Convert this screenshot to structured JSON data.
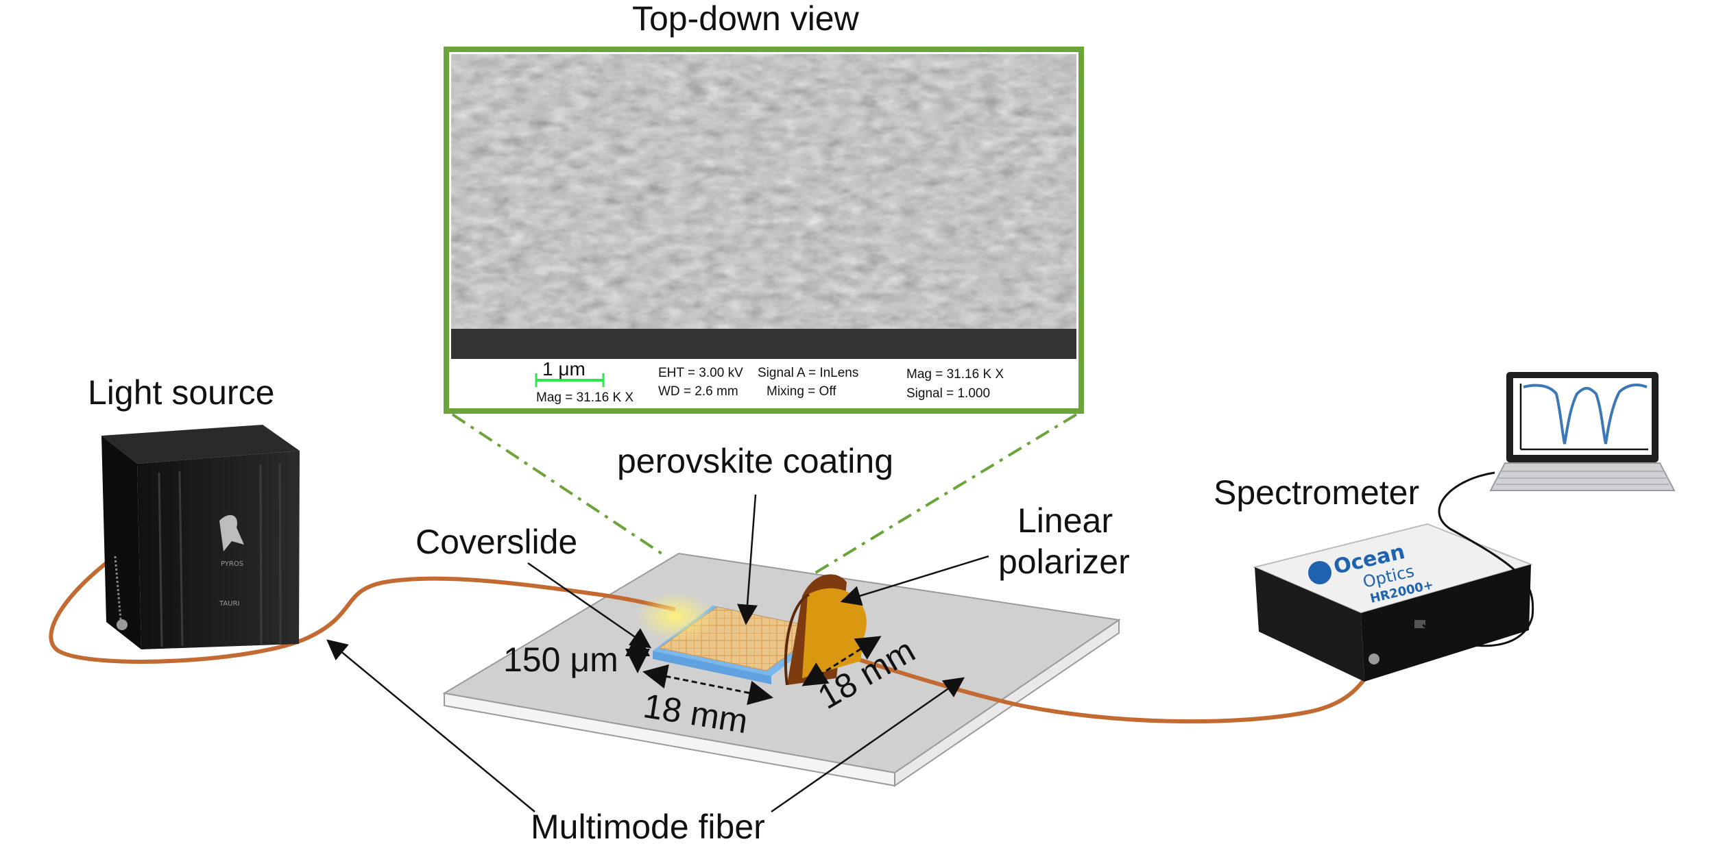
{
  "labels": {
    "top_down_view": "Top-down view",
    "light_source": "Light source",
    "perovskite_coating": "perovskite coating",
    "coverslide": "Coverslide",
    "linear_polarizer_line1": "Linear",
    "linear_polarizer_line2": "polarizer",
    "spectrometer": "Spectrometer",
    "multimode_fiber": "Multimode fiber",
    "thickness": "150 μm",
    "width_dim": "18 mm",
    "length_dim": "18 mm"
  },
  "sem_panel": {
    "scale_bar": "1 μm",
    "mag_left": "Mag =  31.16 K X",
    "eht": "EHT =  3.00 kV",
    "wd": "WD =  2.6 mm",
    "signal_a": "Signal A = InLens",
    "mixing": "Mixing = Off",
    "mag_right": "Mag =  31.16 K X",
    "signal": "Signal =  1.000"
  },
  "devices": {
    "spectrometer_brand_line1": "Ocean",
    "spectrometer_brand_line2": "Optics",
    "spectrometer_model": "HR2000+",
    "light_source_brand": "PYROS",
    "light_source_model": "TAURI"
  },
  "colors": {
    "frame_green": "#6ba53a",
    "fiber_orange": "#c26a31",
    "polarizer_gold": "#d9980f",
    "coverslide_blue": "#7ab7ec",
    "base_plate": "#d0d0d0"
  }
}
